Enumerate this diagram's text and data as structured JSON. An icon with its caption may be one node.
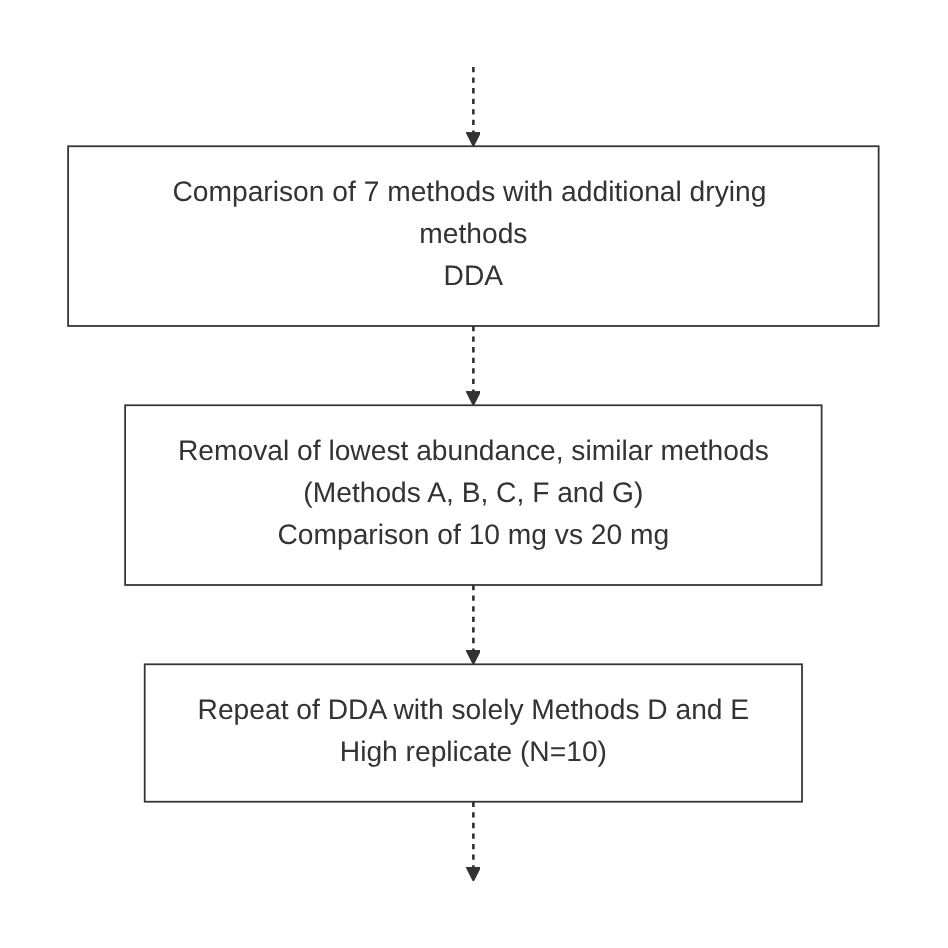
{
  "diagram": {
    "nodes": [
      {
        "text": [
          "Comparison of 7 methods with additional drying methods",
          "DDA"
        ]
      },
      {
        "text": [
          "Removal of lowest abundance, similar methods",
          "(Methods A, B, C, F and G)",
          "Comparison of 10 mg vs 20 mg"
        ]
      },
      {
        "text": [
          "Repeat of DDA with solely Methods D and E",
          "High replicate (N=10)"
        ]
      }
    ],
    "edges": [
      {
        "from": null,
        "to": 0,
        "arrow": "to",
        "style": "dashed"
      },
      {
        "from": 0,
        "to": 1,
        "arrow": "to",
        "style": "dashed"
      },
      {
        "from": 1,
        "to": 2,
        "arrow": "to",
        "style": "dashed"
      },
      {
        "from": 2,
        "to": null,
        "arrow": "to",
        "style": "dashed"
      }
    ]
  }
}
